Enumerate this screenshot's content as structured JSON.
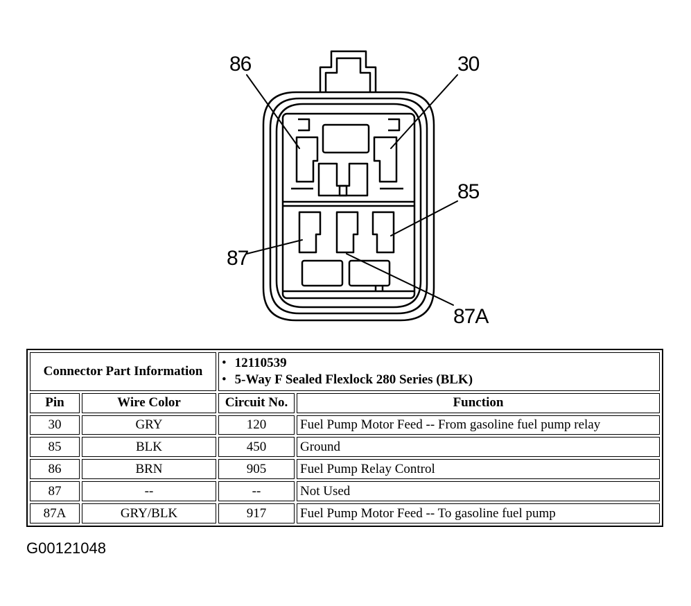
{
  "diagram": {
    "pins": [
      {
        "id": "86",
        "label": "86"
      },
      {
        "id": "30",
        "label": "30"
      },
      {
        "id": "85",
        "label": "85"
      },
      {
        "id": "87",
        "label": "87"
      },
      {
        "id": "87a",
        "label": "87A"
      }
    ]
  },
  "table": {
    "part_info_label": "Connector Part Information",
    "part_info_items": [
      "12110539",
      "5-Way F Sealed Flexlock 280 Series (BLK)"
    ],
    "headers": [
      "Pin",
      "Wire Color",
      "Circuit No.",
      "Function"
    ],
    "rows": [
      {
        "pin": "30",
        "wire_color": "GRY",
        "circuit": "120",
        "function": "Fuel Pump Motor Feed -- From gasoline fuel pump relay"
      },
      {
        "pin": "85",
        "wire_color": "BLK",
        "circuit": "450",
        "function": "Ground"
      },
      {
        "pin": "86",
        "wire_color": "BRN",
        "circuit": "905",
        "function": "Fuel Pump Relay Control"
      },
      {
        "pin": "87",
        "wire_color": "--",
        "circuit": "--",
        "function": "Not Used"
      },
      {
        "pin": "87A",
        "wire_color": "GRY/BLK",
        "circuit": "917",
        "function": "Fuel Pump Motor Feed -- To gasoline fuel pump"
      }
    ]
  },
  "figure_id": "G00121048"
}
